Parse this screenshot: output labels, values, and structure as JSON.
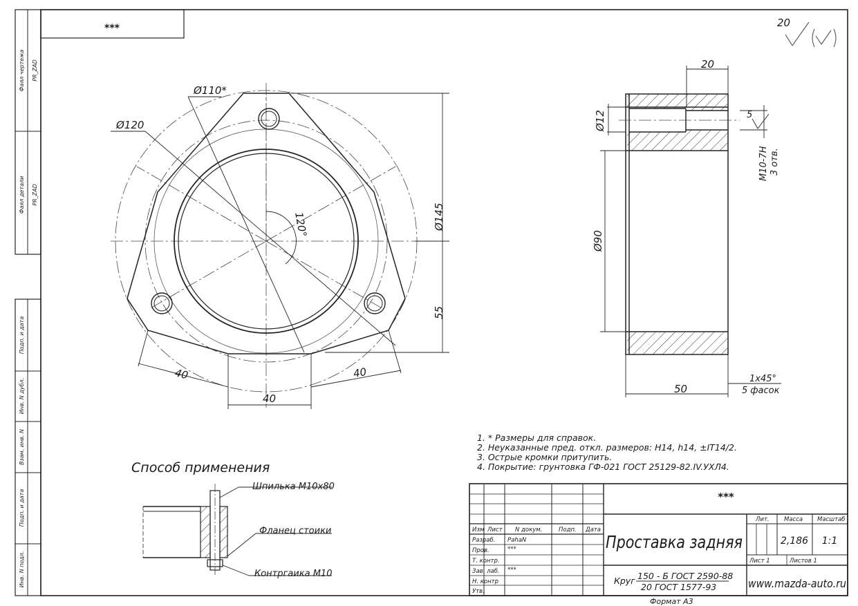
{
  "drawing": {
    "top_stamp": "***",
    "roughness": {
      "value": "20"
    },
    "front_view": {
      "dims": {
        "d110": "Ø110*",
        "d120": "Ø120",
        "d145": "Ø145",
        "angle": "120°",
        "h55": "55",
        "w40_left": "40",
        "w40_bottom": "40",
        "w40_right": "40"
      }
    },
    "section_view": {
      "dims": {
        "w20": "20",
        "d12": "Ø12",
        "r5": "5",
        "thread": "M10-7H",
        "holes": "3 отв.",
        "d90": "Ø90",
        "w50": "50",
        "chamfer": "1x45°",
        "chamfer_count": "5 фасок"
      }
    },
    "notes": [
      "1. * Размеры для справок.",
      "2. Неуказанные пред. откл. размеров: H14, h14, ±IT14/2.",
      "3. Острые кромки притупить.",
      "4. Покрытие: грунтовка ГФ-021 ГОСТ 25129-82.IV.УХЛ4."
    ],
    "usage": {
      "title": "Способ применения",
      "labels": [
        "Шпилька M10x80",
        "Фланец стоики",
        "Контргаика M10"
      ]
    },
    "side_strip": {
      "file_drawing": "Фаял чертежа",
      "file_drawing_val": "PR_ZAD",
      "file_part": "Фаял детали",
      "file_part_val": "PR_ZAD",
      "fields": [
        "Подп. и дата",
        "Инв. N дубл.",
        "Взам. инв. N",
        "Подп. и дата",
        "Инв. N подл."
      ]
    },
    "title_block": {
      "stamp": "***",
      "headers": [
        "Изм",
        "Лист",
        "N докум.",
        "Подп.",
        "Дата"
      ],
      "rows": [
        {
          "role": "Разраб.",
          "name": "PahaN"
        },
        {
          "role": "Пров.",
          "name": "***"
        },
        {
          "role": "Т. контр.",
          "name": ""
        },
        {
          "role": "Зав. лаб.",
          "name": "***"
        },
        {
          "role": "Н. контр",
          "name": ""
        },
        {
          "role": "Утв.",
          "name": ""
        }
      ],
      "part_name": "Проставка задняя",
      "lit_label": "Лит.",
      "mass_label": "Масса",
      "scale_label": "Масштаб",
      "mass": "2,186",
      "scale": "1:1",
      "sheet": "Лист 1",
      "sheets": "Листов 1",
      "material_prefix": "Круг",
      "material_top": "150 - Б ГОСТ 2590-88",
      "material_bottom": "20 ГОСТ 1577-93",
      "site": "www.mazda-auto.ru",
      "format": "Формат А3"
    }
  }
}
